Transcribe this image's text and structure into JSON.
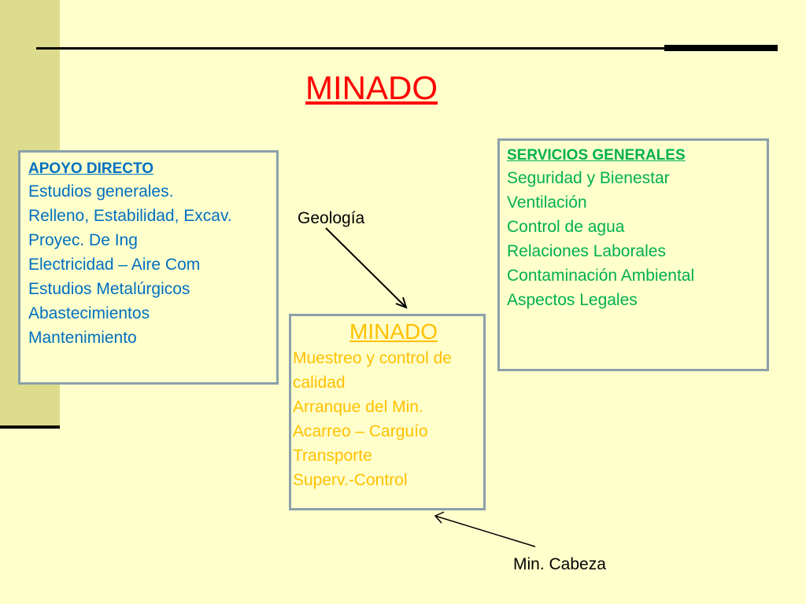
{
  "title": "MINADO",
  "colors": {
    "background": "#ffffcc",
    "left_band": "#dcdc8c",
    "title": "#ff0000",
    "apoyo": "#0070c0",
    "minado_center": "#ffc000",
    "servicios": "#00b050",
    "box_border": "#8aa0aa"
  },
  "apoyo_directo": {
    "heading": "APOYO DIRECTO",
    "items": [
      "Estudios generales.",
      "Relleno, Estabilidad, Excav.",
      "Proyec. De Ing",
      "Electricidad – Aire Com",
      "Estudios Metalúrgicos",
      "Abastecimientos",
      "Mantenimiento"
    ]
  },
  "minado_box": {
    "heading": "MINADO",
    "items": [
      "Muestreo y control de",
      "calidad",
      "Arranque del Min.",
      "Acarreo – Carguío",
      "Transporte",
      "Superv.-Control"
    ]
  },
  "servicios_generales": {
    "heading": "SERVICIOS GENERALES",
    "items": [
      "Seguridad y Bienestar",
      "Ventilación",
      "Control de agua",
      "Relaciones Laborales",
      "Contaminación Ambiental",
      "Aspectos Legales"
    ]
  },
  "labels": {
    "geologia": "Geología",
    "min_cabeza": "Min. Cabeza"
  }
}
